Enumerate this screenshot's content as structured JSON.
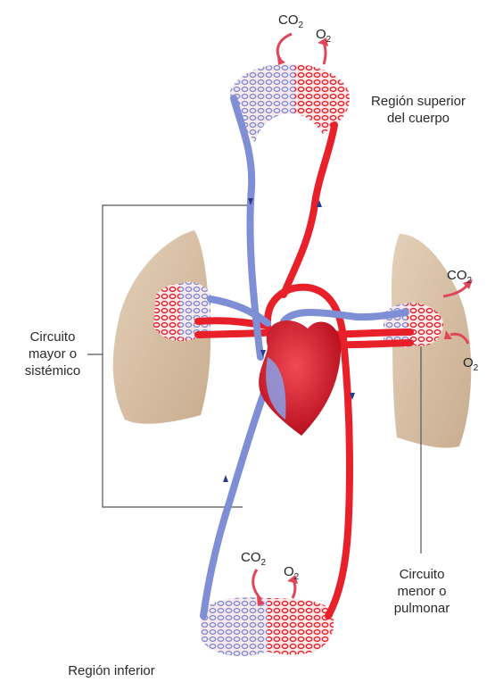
{
  "labels": {
    "upper_region": [
      "Región superior",
      "del cuerpo"
    ],
    "systemic": [
      "Circuito",
      "mayor o",
      "sistémico"
    ],
    "pulmonary": [
      "Circuito",
      "menor o",
      "pulmonar"
    ],
    "lower_region": "Región inferior"
  },
  "gases": {
    "co2_base": "CO",
    "co2_sub": "2",
    "o2_base": "O",
    "o2_sub": "2"
  },
  "colors": {
    "oxygenated": "#e8202a",
    "deoxygenated": "#7f8fd6",
    "lung": "#d9c2a8",
    "heart": "#d1182a",
    "leader_line": "#555555"
  }
}
